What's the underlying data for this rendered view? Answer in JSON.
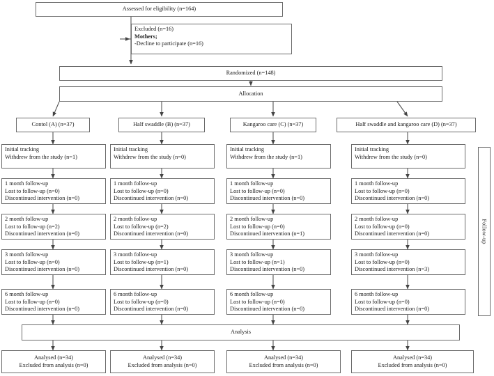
{
  "diagram": {
    "title": "CONSORT participant flow diagram",
    "line_color": "#6b6b6b",
    "text_color": "#1a1a1a",
    "background": "#ffffff"
  },
  "enrollment": {
    "assessed": "Assessed for eligibility (n=164)",
    "excluded": {
      "line1": "Excluded   (n=16)",
      "line2": "Mothers;",
      "line3": "-Decline to participate (n=16)"
    },
    "randomized": "Randomized (n=148)"
  },
  "allocation": {
    "banner": "Allocation",
    "groups": [
      "Contol (A) (n=37)",
      "Half swaddle (B) (n=37)",
      "Kangaroo care (C) (n=37)",
      "Half swaddle and kangaroo care (D) (n=37)"
    ]
  },
  "followup": {
    "side_label": "Follow-up",
    "rows": [
      {
        "key": "initial",
        "columns": [
          {
            "line1": "Initial tracking",
            "line2": "Withdrew from the study (n=1)"
          },
          {
            "line1": "Initial tracking",
            "line2": "Withdrew from the study (n=0)"
          },
          {
            "line1": "Initial tracking",
            "line2": "Withdrew from the study (n=1)"
          },
          {
            "line1": "Initial tracking",
            "line2": "Withdrew from the study (n=0)"
          }
        ]
      },
      {
        "key": "month1",
        "columns": [
          {
            "line1": "1 month follow-up",
            "line2": "Lost to follow-up (n=0)",
            "line3": "Discontinued intervention (n=0)"
          },
          {
            "line1": "1 month follow-up",
            "line2": "Lost to follow-up (n=0)",
            "line3": "Discontinued intervention (n=0)"
          },
          {
            "line1": "1 month follow-up",
            "line2": "Lost to follow-up (n=0)",
            "line3": "Discontinued intervention (n=0)"
          },
          {
            "line1": "1 month follow-up",
            "line2": "Lost to follow-up (n=0)",
            "line3": "Discontinued intervention (n=0)"
          }
        ]
      },
      {
        "key": "month2",
        "columns": [
          {
            "line1": "2 month follow-up",
            "line2": "Lost to follow-up (n=2)",
            "line3": "Discontinued intervention (n=0)"
          },
          {
            "line1": "2 month follow-up",
            "line2": "Lost to follow-up (n=2)",
            "line3": "Discontinued intervention (n=0)"
          },
          {
            "line1": "2 month follow-up",
            "line2": "Lost to follow-up (n=0)",
            "line3": "Discontinued intervention (n=1)"
          },
          {
            "line1": "2 month follow-up",
            "line2": "Lost to follow-up (n=0)",
            "line3": "Discontinued intervention (n=0)"
          }
        ]
      },
      {
        "key": "month3",
        "columns": [
          {
            "line1": "3 month follow-up",
            "line2": "Lost to follow-up (n=0)",
            "line3": "Discontinued intervention (n=0)"
          },
          {
            "line1": "3 month follow-up",
            "line2": "Lost to follow-up (n=1)",
            "line3": "Discontinued intervention (n=0)"
          },
          {
            "line1": "3 month follow-up",
            "line2": "Lost to follow-up (n=1)",
            "line3": "Discontinued intervention (n=0)"
          },
          {
            "line1": "3 month follow-up",
            "line2": "Lost to follow-up (n=0)",
            "line3": "Discontinued intervention (n=3)"
          }
        ]
      },
      {
        "key": "month6",
        "columns": [
          {
            "line1": "6 month follow-up",
            "line2": "Lost to follow-up (n=0)",
            "line3": "Discontinued intervention (n=0)"
          },
          {
            "line1": "6 month follow-up",
            "line2": "Lost to follow-up (n=0)",
            "line3": "Discontinued intervention (n=0)"
          },
          {
            "line1": "6 month follow-up",
            "line2": "Lost to follow-up (n=0)",
            "line3": "Discontinued intervention (n=0)"
          },
          {
            "line1": "6 month follow-up",
            "line2": "Lost to follow-up (n=0)",
            "line3": "Discontinued intervention (n=0)"
          }
        ]
      }
    ]
  },
  "analysis": {
    "banner": "Analysis",
    "columns": [
      {
        "line1": "Analysed (n=34)",
        "line2": "Excluded from analysis (n=0)"
      },
      {
        "line1": "Analysed (n=34)",
        "line2": "Excluded from analysis (n=0)"
      },
      {
        "line1": "Analysed (n=34)",
        "line2": "Excluded from analysis (n=0)"
      },
      {
        "line1": "Analysed (n=34)",
        "line2": "Excluded from analysis (n=0)"
      }
    ]
  }
}
